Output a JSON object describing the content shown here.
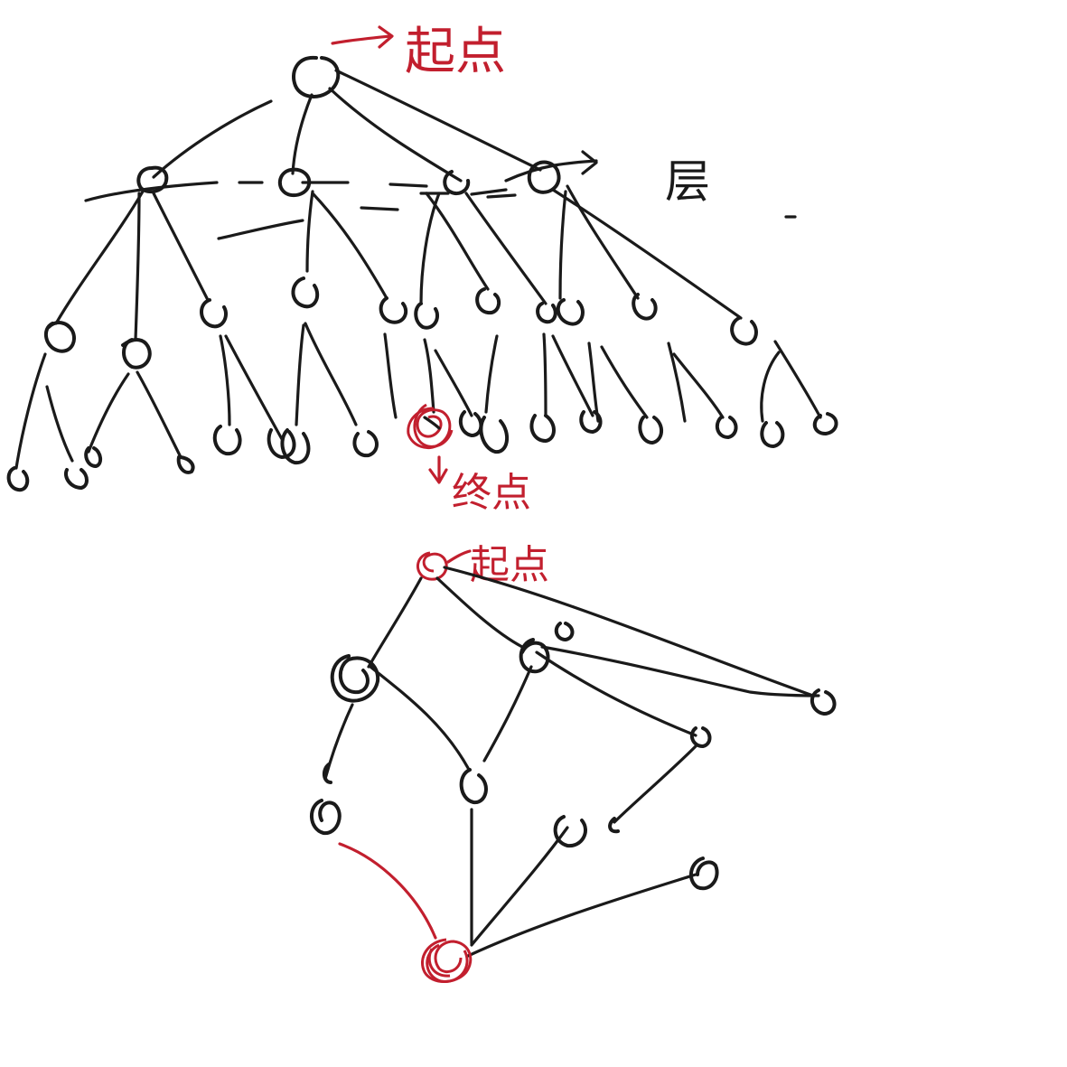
{
  "labels": {
    "start_top": "起点",
    "layer": "层",
    "end": "终点",
    "start_bottom": "起点"
  },
  "colors": {
    "ink": "#1a1a1a",
    "highlight": "#c21f2e",
    "background": "#ffffff"
  }
}
